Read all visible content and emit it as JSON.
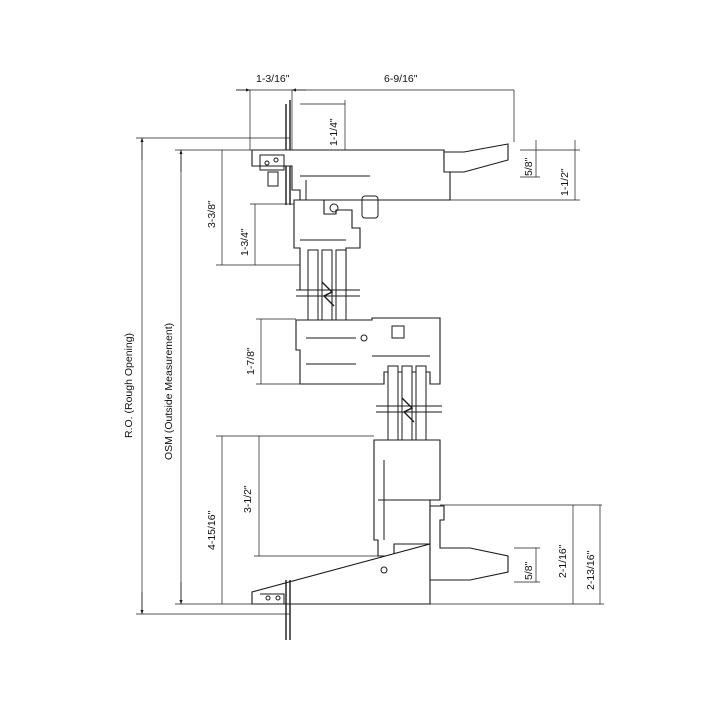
{
  "dimensions": {
    "top_left_width": "1-3/16\"",
    "top_right_width": "6-9/16\"",
    "head_drop": "1-1/4\"",
    "head_lip": "5/8\"",
    "head_fin": "1-1/2\"",
    "head_height": "3-3/8\"",
    "head_sash": "1-3/4\"",
    "meeting_rail": "1-7/8\"",
    "sill_height": "4-15/16\"",
    "sill_sash": "3-1/2\"",
    "sill_lip": "5/8\"",
    "sill_fin_a": "2-1/16\"",
    "sill_fin_b": "2-13/16\""
  },
  "labels": {
    "rough_opening": "R.O. (Rough Opening)",
    "outside_measurement": "OSM (Outside Measurement)"
  }
}
